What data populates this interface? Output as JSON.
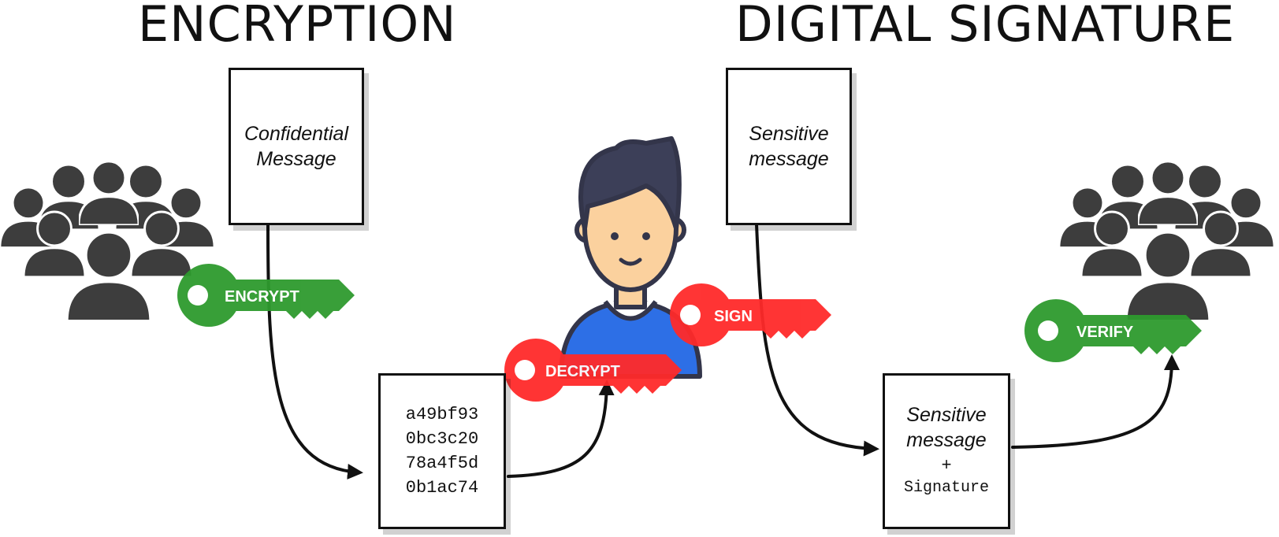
{
  "titles": {
    "encryption": "ENCRYPTION",
    "digital_signature": "DIGITAL SIGNATURE"
  },
  "documents": {
    "confidential_message": [
      "Confidential",
      "Message"
    ],
    "ciphertext": [
      "a49bf93",
      "0bc3c20",
      "78a4f5d",
      "0b1ac74"
    ],
    "sensitive_message": [
      "Sensitive",
      "message"
    ],
    "signed_message": {
      "lines": [
        "Sensitive",
        "message"
      ],
      "plus": "+",
      "signature": "Signature"
    }
  },
  "keys": {
    "encrypt": "ENCRYPT",
    "decrypt": "DECRYPT",
    "sign": "SIGN",
    "verify": "VERIFY"
  },
  "colors": {
    "public_key": "#2e9a2e",
    "private_key": "#ff2a2a",
    "people": "#3d3d3d",
    "person_hair": "#3c3f58",
    "person_skin": "#fbd19e",
    "person_shirt": "#2d6fe6"
  },
  "icons": {
    "public_group_left": "crowd-icon",
    "private_owner": "person-icon",
    "public_group_right": "crowd-icon"
  }
}
